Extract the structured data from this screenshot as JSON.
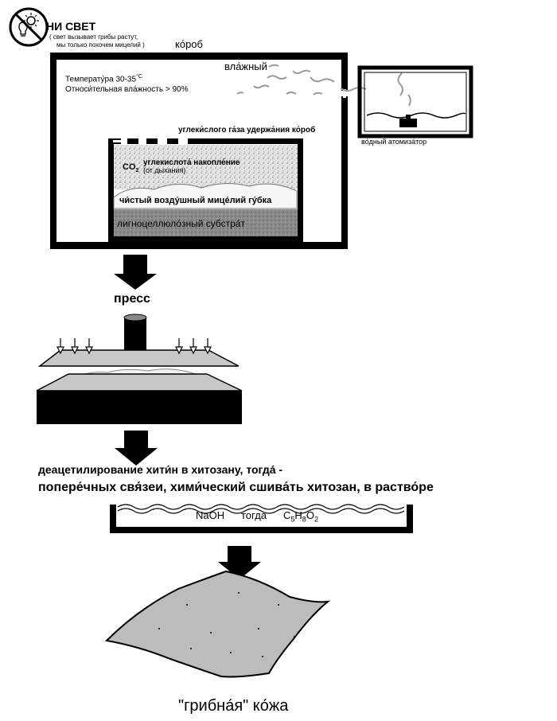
{
  "header": {
    "no_light_title": "НИ СВЕТ",
    "no_light_note_line1": "( свет вызывает грибы растут,",
    "no_light_note_line2": "мы только похочем мицелий )",
    "no_light_icon": "no-light-bulb-icon"
  },
  "chamber": {
    "box_label": "ко́роб",
    "humid_label": "вла́жный",
    "temperature_label": "Температу́ра 30-35",
    "temperature_unit": "°C",
    "humidity_label": "Относи́тельная вла́жность > 90%",
    "co2_hold_label": "углеки́слого га́за удержа́ния ко́роб",
    "co2_symbol": "CO",
    "co2_subscript": "2",
    "co2_accum_label": "углекислота́ накопле́ние",
    "co2_accum_note": "(от дыхания)",
    "mycelium_label": "чи́стый возду́шный мице́лий гу́бка",
    "substrate_label": "лигноцеллюло́зный субстра́т",
    "atomizer_label": "во́дный атомиза́тор"
  },
  "press": {
    "label": "пресс"
  },
  "chemistry": {
    "line1": "деацетилирование хити́н в хитозану, тогда́ -",
    "line2": "попере́чных свя́зеи, хими́ческий сшива́ть хитозан, в раство́ре",
    "bath_naoh": "NaOH",
    "bath_then": "тогда",
    "bath_formula_c": "C",
    "bath_formula_c_sub": "5",
    "bath_formula_h": "H",
    "bath_formula_h_sub": "8",
    "bath_formula_o": "O",
    "bath_formula_o_sub": "2"
  },
  "result": {
    "label": "\"грибна́я\" ко́жа"
  },
  "colors": {
    "ink": "#000000",
    "substrate_gray": "#8a8a8a",
    "mycelium_white": "#f4f4f4",
    "co2_speckle": "#bdbdbd",
    "leather_gray": "#bcbcbc",
    "press_plate": "#c8c8c8"
  }
}
